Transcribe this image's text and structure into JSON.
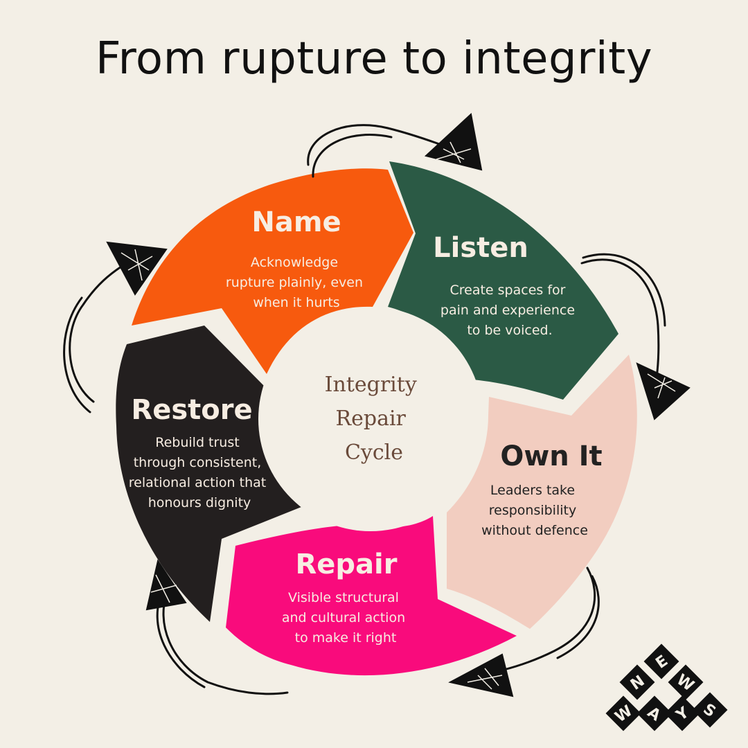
{
  "title": "From rupture to integrity",
  "center": {
    "lines": [
      "Integrity",
      "Repair",
      "Cycle"
    ]
  },
  "segments": [
    {
      "id": "name",
      "label": "Name",
      "color": "#f75a0e",
      "text_color": "#f7ede2",
      "desc": [
        "Acknowledge",
        "rupture plainly, even",
        "when it hurts"
      ]
    },
    {
      "id": "listen",
      "label": "Listen",
      "color": "#2b5a45",
      "text_color": "#f7ede2",
      "desc": [
        "Create spaces for",
        "pain and experience",
        "to be voiced."
      ]
    },
    {
      "id": "own-it",
      "label": "Own It",
      "color": "#f2cdc0",
      "text_color": "#222222",
      "desc": [
        "Leaders take",
        "responsibility",
        "without defence"
      ]
    },
    {
      "id": "repair",
      "label": "Repair",
      "color": "#f90b7c",
      "text_color": "#f7ede2",
      "desc": [
        "Visible structural",
        "and cultural action",
        "to make it right"
      ]
    },
    {
      "id": "restore",
      "label": "Restore",
      "color": "#231f1f",
      "text_color": "#f7ede2",
      "desc": [
        "Rebuild trust",
        "through consistent,",
        "relational action that",
        "honours dignity"
      ]
    }
  ],
  "logo": {
    "letters": [
      "N",
      "E",
      "W",
      "W",
      "A",
      "Y",
      "S"
    ]
  }
}
